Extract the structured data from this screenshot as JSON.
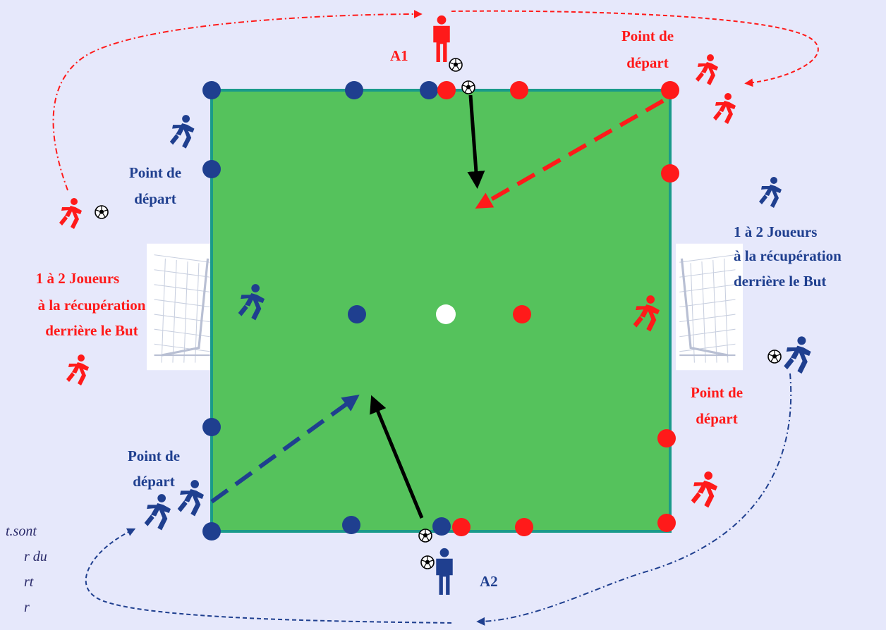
{
  "labels": {
    "a1": "A1",
    "a2": "A2",
    "start_red_top_l1": "Point de",
    "start_red_top_l2": "départ",
    "start_blue_left_l1": "Point de",
    "start_blue_left_l2": "départ",
    "start_red_right_l1": "Point de",
    "start_red_right_l2": "départ",
    "start_blue_bottom_l1": "Point de",
    "start_blue_bottom_l2": "départ",
    "recup_left_l1": "1 à 2 Joueurs",
    "recup_left_l2": "à la récupération",
    "recup_left_l3": "derrière le But",
    "recup_right_l1": "1 à 2 Joueurs",
    "recup_right_l2": "à la récupération",
    "recup_right_l3": "derrière le But",
    "note_l1": "t.sont",
    "note_l2": "r du",
    "note_l3": "rt",
    "note_l4": "r"
  },
  "colors": {
    "background": "#e6e8fb",
    "pitch": "#55c25c",
    "pitch_border": "#1a9a8a",
    "red_team": "#ff1a1a",
    "blue_team": "#1f3f8f",
    "ball": "#ffffff"
  },
  "icons": [
    "runner-icon",
    "standing-player-icon",
    "soccer-ball-icon",
    "goal-net-icon"
  ]
}
